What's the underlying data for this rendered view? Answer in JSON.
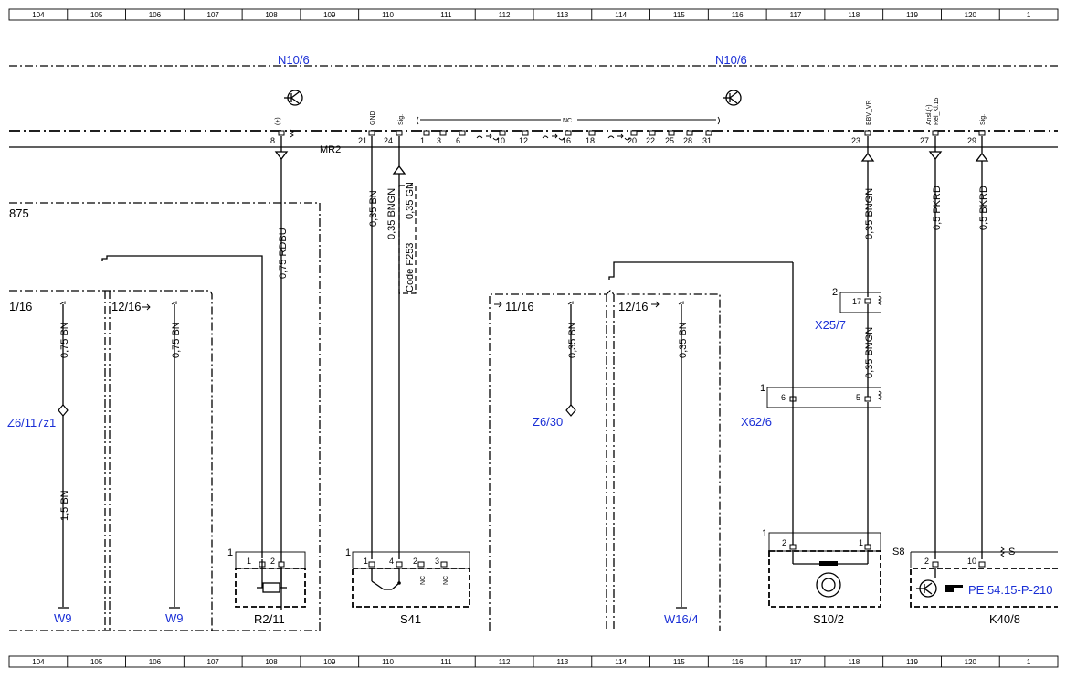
{
  "grid": {
    "top": [
      "104",
      "105",
      "106",
      "107",
      "108",
      "109",
      "110",
      "111",
      "112",
      "113",
      "114",
      "115",
      "116",
      "117",
      "118",
      "119",
      "120",
      "1"
    ],
    "bottom": [
      "104",
      "105",
      "106",
      "107",
      "108",
      "109",
      "110",
      "111",
      "112",
      "113",
      "114",
      "115",
      "116",
      "117",
      "118",
      "119",
      "120",
      "1"
    ]
  },
  "modules": {
    "left": "N10/6",
    "right": "N10/6"
  },
  "bus": {
    "name": "MR2",
    "pin_8": "8",
    "pin_8_fn": "(+)",
    "pin_21": "21",
    "pin_21_fn": "GND",
    "pin_24": "24",
    "pin_24_fn": "Sig.",
    "nc": "NC",
    "nc_pins": [
      "1",
      "3",
      "6",
      "10",
      "12",
      "16",
      "18",
      "20",
      "22",
      "25",
      "28",
      "31"
    ],
    "pin_23": "23",
    "pin_23_fn": "BBV_VR",
    "pin_27": "27",
    "pin_27_fn1": "Ansl.(-)",
    "pin_27_fn2": "Rel_Kl.15",
    "pin_29": "29",
    "pin_29_fn": "Sig."
  },
  "wires": {
    "w_rdbu": "0,75 RDBU",
    "w_bn1": "0,35 BN",
    "w_bngn1": "0,35 BNGN",
    "w_gn": "0,35 GN",
    "code": "Code F253",
    "w_bngn_top": "0,35 BNGN",
    "w_bngn_mid": "0,35 BNGN",
    "w_pkrd": "0,5 PKRD",
    "w_bkrd": "0,5 BKRD",
    "w_bn075a": "0,75 BN",
    "w_bn15": "1,5 BN",
    "w_bn075b": "0,75 BN",
    "w_bn2": "0,35 BN",
    "w_bn3": "0,35 BN"
  },
  "left_area": {
    "code": "875",
    "variant_a": "1/16",
    "variant_b": "12/16",
    "node": "Z6/117z1",
    "ground_a": "W9",
    "ground_b": "W9"
  },
  "mid_area": {
    "variant_a": "11/16",
    "variant_b": "12/16",
    "node": "Z6/30",
    "ground": "W16/4"
  },
  "components": {
    "r2": {
      "name": "R2/11",
      "num": "1",
      "p1": "1",
      "p2": "2"
    },
    "s41": {
      "name": "S41",
      "num": "1",
      "p1": "1",
      "p4": "4",
      "p2": "2",
      "p3": "3",
      "nc1": "NC",
      "nc2": "NC"
    },
    "x25": {
      "name": "X25/7",
      "num": "2",
      "pin": "17"
    },
    "x62": {
      "name": "X62/6",
      "num": "1",
      "p6": "6",
      "p5": "5"
    },
    "s10": {
      "name": "S10/2",
      "num": "1",
      "p2": "2",
      "p1": "1"
    },
    "k40": {
      "name": "K40/8",
      "s8": "S8",
      "s": "S",
      "p2": "2",
      "p10": "10",
      "ref": "PE 54.15-P-210"
    }
  }
}
